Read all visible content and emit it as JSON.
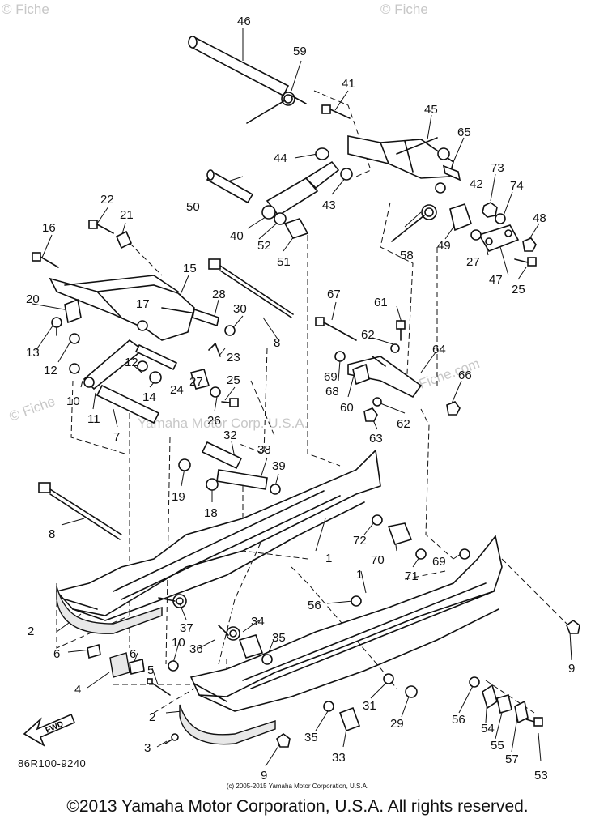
{
  "watermark": {
    "top_left": "© Fiche",
    "top_right": "© Fiche",
    "mid_left": "© Fiche",
    "center": "Yamaha Motor Corp. U.S.A.",
    "right": "Fiche.com"
  },
  "fwd_label": "FWD",
  "diagram_ref": "86R100-9240",
  "small_copyright": "(c) 2005-2015 Yamaha Motor Corporation, U.S.A.",
  "copyright": "©2013 Yamaha Motor Corporation, U.S.A. All rights reserved.",
  "callouts": {
    "c46": "46",
    "c59": "59",
    "c41": "41",
    "c45": "45",
    "c65": "65",
    "c44": "44",
    "c43": "43",
    "c73": "73",
    "c42": "42",
    "c74": "74",
    "c50": "50",
    "c22": "22",
    "c21": "21",
    "c40": "40",
    "c52": "52",
    "c48": "48",
    "c16": "16",
    "c51": "51",
    "c58": "58",
    "c49": "49",
    "c27a": "27",
    "c47": "47",
    "c25a": "25",
    "c15": "15",
    "c28": "28",
    "c30": "30",
    "c67": "67",
    "c20": "20",
    "c17": "17",
    "c61": "61",
    "c13": "13",
    "c8a": "8",
    "c62a": "62",
    "c12a": "12",
    "c23": "23",
    "c64": "64",
    "c12b": "12",
    "c66": "66",
    "c10a": "10",
    "c14": "14",
    "c25b": "25",
    "c69a": "69",
    "c68": "68",
    "c60": "60",
    "c24": "24",
    "c27b": "27",
    "c62b": "62",
    "c11": "11",
    "c26": "26",
    "c63": "63",
    "c7": "7",
    "c32": "32",
    "c38": "38",
    "c39": "39",
    "c19": "19",
    "c18": "18",
    "c8b": "8",
    "c72": "72",
    "c70": "70",
    "c69b": "69",
    "c71": "71",
    "c1a": "1",
    "c1b": "1",
    "c2a": "2",
    "c37": "37",
    "c56a": "56",
    "c34": "34",
    "c36": "36",
    "c35a": "35",
    "c6a": "6",
    "c6b": "6",
    "c10b": "10",
    "c4": "4",
    "c5": "5",
    "c9a": "9",
    "c31": "31",
    "c29": "29",
    "c56b": "56",
    "c54": "54",
    "c2b": "2",
    "c35b": "35",
    "c55": "55",
    "c3": "3",
    "c57": "57",
    "c9b": "9",
    "c33": "33",
    "c53": "53"
  }
}
